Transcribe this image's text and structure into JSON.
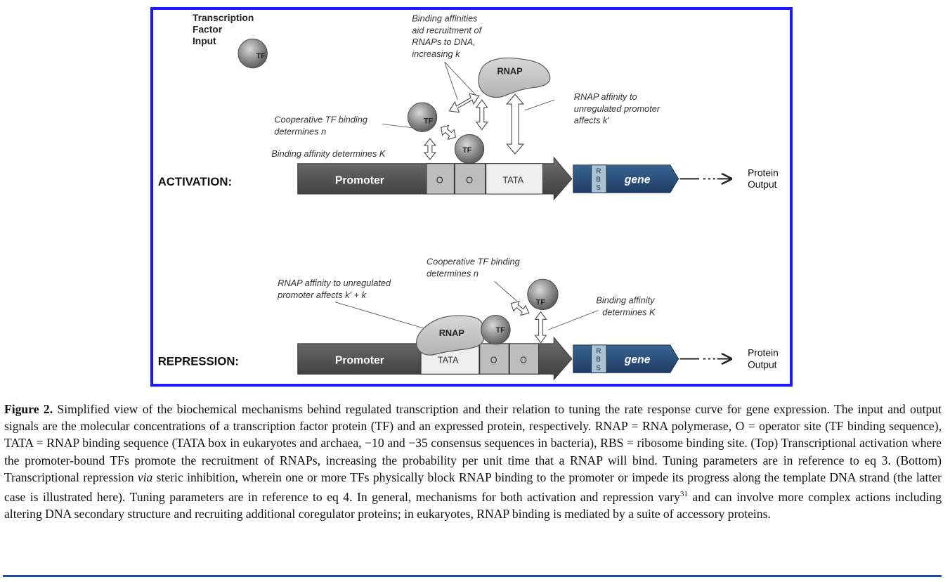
{
  "figure": {
    "tf_input_label": [
      "Transcription",
      "Factor",
      "Input"
    ],
    "tf_label": "TF",
    "rnap_label": "RNAP",
    "activation": {
      "row_label": "ACTIVATION:",
      "promoter_label": "Promoter",
      "operator_label": "O",
      "tata_label": "TATA",
      "rbs_letters": [
        "R",
        "B",
        "S"
      ],
      "gene_label": "gene",
      "output_label": [
        "Protein",
        "Output"
      ],
      "annotation_affinities": [
        "Binding affinities",
        "aid recruitment of",
        "RNAPs to DNA,",
        "increasing k"
      ],
      "annotation_rnap_affinity": [
        "RNAP affinity to",
        "unregulated promoter",
        "affects k'"
      ],
      "annotation_coop": [
        "Cooperative TF binding",
        "determines n"
      ],
      "annotation_affinity_K": "Binding affinity determines K"
    },
    "repression": {
      "row_label": "REPRESSION:",
      "promoter_label": "Promoter",
      "operator_label": "O",
      "tata_label": "TATA",
      "rbs_letters": [
        "R",
        "B",
        "S"
      ],
      "gene_label": "gene",
      "output_label": [
        "Protein",
        "Output"
      ],
      "annotation_rnap_affinity": [
        "RNAP affinity to unregulated",
        "promoter affects k' + k"
      ],
      "annotation_coop": [
        "Cooperative TF binding",
        "determines n"
      ],
      "annotation_affinity_K": [
        "Binding affinity",
        "determines K"
      ]
    },
    "colors": {
      "border": "#1a1aff",
      "promoter": "#5a5a5a",
      "gene": "#2a4f7f",
      "rbs": "#a9c3d3",
      "operator": "#bdbdbd",
      "tata": "#eeeeee",
      "rnap": "#c9c9c9",
      "tf": "#888888"
    }
  },
  "caption": {
    "figure_label": "Figure 2.",
    "p1": " Simplified view of the biochemical mechanisms behind regulated transcription and their relation to tuning the rate response curve for gene expression. The input and output signals are the molecular concentrations of a transcription factor protein (TF) and an expressed protein, respectively. RNAP = RNA polymerase, O = operator site (TF binding sequence), TATA = RNAP binding sequence (TATA box in eukaryotes and archaea, −10 and −35 consensus sequences in bacteria), RBS = ribosome binding site. (Top) Transcriptional activation where the promoter-bound TFs promote the recruitment of RNAPs, increasing the probability per unit time that a RNAP will bind. Tuning parameters are in reference to eq 3. (Bottom) Transcriptional repression ",
    "via": "via",
    "p2": " steric inhibition, wherein one or more TFs physically block RNAP binding to the promoter or impede its progress along the template DNA strand (the latter case is illustrated here). Tuning parameters are in reference to eq 4. In general, mechanisms for both activation and repression vary",
    "ref": "31",
    "p3": " and can involve more complex actions including altering DNA secondary structure and recruiting additional coregulator proteins; in eukaryotes, RNAP binding is mediated by a suite of accessory proteins."
  }
}
